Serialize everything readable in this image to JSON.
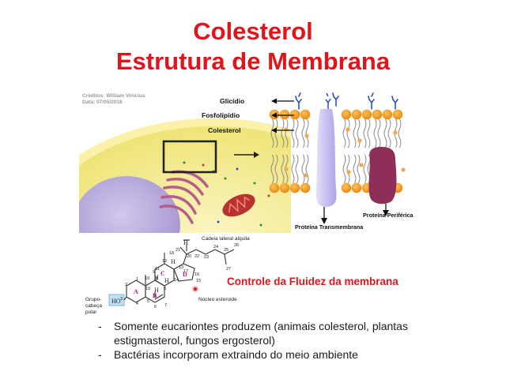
{
  "slide": {
    "title_line1": "Colesterol",
    "title_line2": "Estrutura de Membrana",
    "credits_line1": "Créditos: William Vinicius",
    "credits_line2": "Data: 07/05/2018",
    "fluidity_caption": "Controle da Fluidez da membrana",
    "bullets": [
      {
        "marker": "-",
        "text": "Somente eucariontes produzem (animais colesterol, plantas estigmasterol, fungos ergosterol)"
      },
      {
        "marker": "-",
        "text": "Bactérias incorporam extraindo do meio ambiente"
      }
    ]
  },
  "membrane_labels": {
    "glicidio": "Glicídio",
    "fosfolipidio": "Fosfolipídio",
    "colesterol": "Colesterol",
    "transmembrana": "Proteína Transmembrana",
    "periferica": "Proteína Periférica"
  },
  "molecule_labels": {
    "side_chain": "Cadeia lateral alquila",
    "steroid_nucleus": "Núcleo esteroide",
    "head_group_1": "Grupo-",
    "head_group_2": "cabeça",
    "head_group_3": "polar",
    "hydroxyl": "HO",
    "ring_a": "A",
    "ring_b": "B",
    "ring_c": "C",
    "ring_d": "D",
    "h": "H",
    "carbon_numbers": [
      "21",
      "20",
      "22",
      "23",
      "24",
      "25",
      "26",
      "27",
      "18",
      "12",
      "13",
      "17",
      "16",
      "11",
      "14",
      "15",
      "19",
      "9",
      "8",
      "1",
      "2",
      "10",
      "3",
      "4",
      "5",
      "7",
      "6"
    ]
  },
  "colors": {
    "title_red": "#e0141a",
    "head_orange": "#f39a1f",
    "transmembrane_protein": "#ccc6f2",
    "peripheral_protein": "#8e2f5a",
    "glycan_blue": "#2a4fc9",
    "cell_yellow": "#f4ed9a",
    "nucleus_purple": "#b9abd8"
  }
}
